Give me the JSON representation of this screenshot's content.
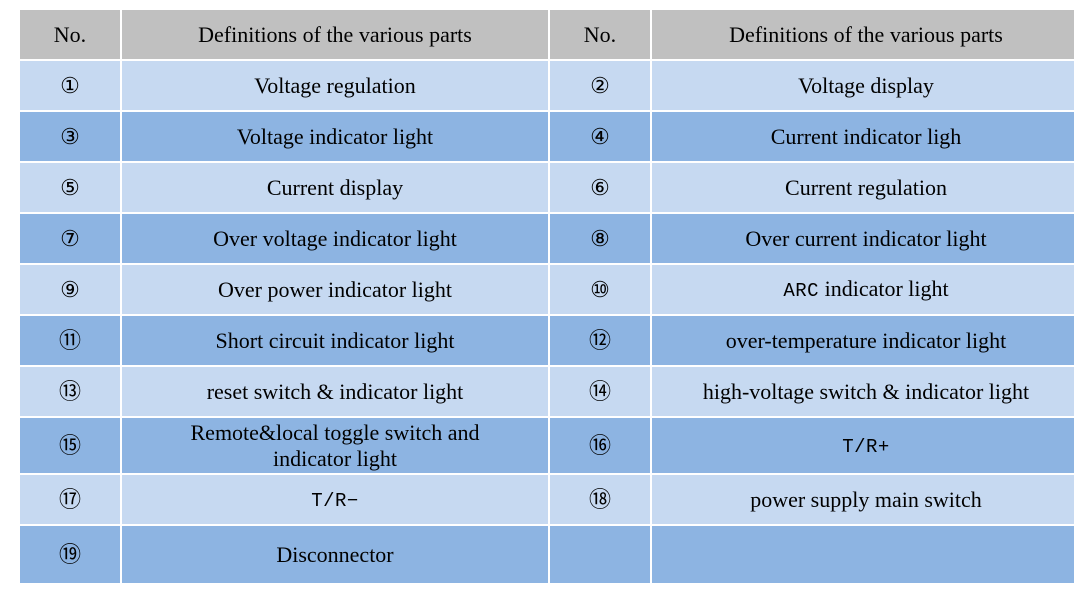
{
  "table": {
    "headers": [
      "No.",
      "Definitions of the various parts",
      "No.",
      "Definitions of the various parts"
    ],
    "colors": {
      "header_bg": "#c0c0c0",
      "row_light_bg": "#c6d9f1",
      "row_dark_bg": "#8db4e2",
      "grid_line": "#ffffff",
      "text": "#000000",
      "page_bg": "#ffffff"
    },
    "rows": [
      {
        "shade": "light",
        "left_no": "①",
        "left_def": "Voltage regulation",
        "right_no": "②",
        "right_def": "Voltage display"
      },
      {
        "shade": "dark",
        "left_no": "③",
        "left_def": "Voltage indicator light",
        "right_no": "④",
        "right_def": "Current indicator ligh"
      },
      {
        "shade": "light",
        "left_no": "⑤",
        "left_def": "Current display",
        "right_no": "⑥",
        "right_def": "Current regulation"
      },
      {
        "shade": "dark",
        "left_no": "⑦",
        "left_def": "Over voltage indicator light",
        "right_no": "⑧",
        "right_def": "Over current indicator light"
      },
      {
        "shade": "light",
        "left_no": "⑨",
        "left_def": "Over power indicator light",
        "right_no": "⑩",
        "right_def_mono": "ARC",
        "right_def": " indicator light"
      },
      {
        "shade": "dark",
        "left_no": "⑪",
        "left_def": "Short circuit indicator light",
        "right_no": "⑫",
        "right_def": "over-temperature indicator light"
      },
      {
        "shade": "light",
        "left_no": "⑬",
        "left_def": "reset switch & indicator light",
        "right_no": "⑭",
        "right_def": "high-voltage switch & indicator light"
      },
      {
        "shade": "dark",
        "left_no": "⑮",
        "left_def_line1": "Remote&local toggle switch and",
        "left_def_line2": "indicator light",
        "right_no": "⑯",
        "right_def_mono": "T/R+",
        "right_def": ""
      },
      {
        "shade": "light",
        "left_no": "⑰",
        "left_def_mono": "T/R−",
        "left_def": "",
        "right_no": "⑱",
        "right_def": "power supply main switch"
      },
      {
        "shade": "dark",
        "left_no": "⑲",
        "left_def": "Disconnector",
        "right_no": "",
        "right_def": ""
      }
    ]
  }
}
